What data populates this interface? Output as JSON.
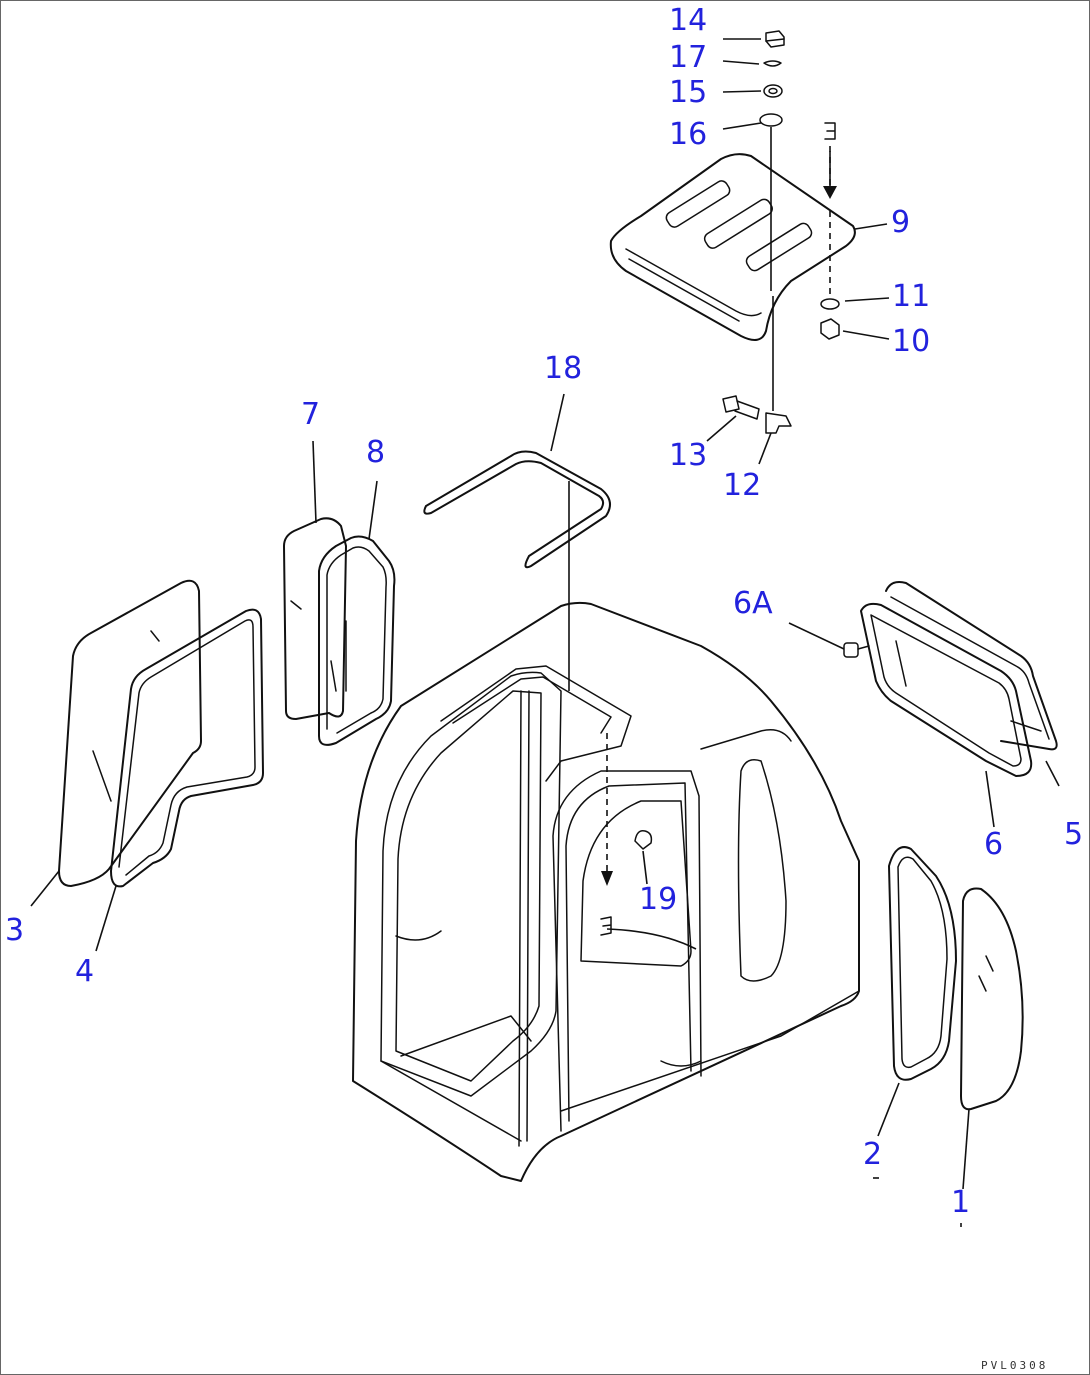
{
  "diagram": {
    "callouts": {
      "c1": "1",
      "c2": "2",
      "c3": "3",
      "c4": "4",
      "c5": "5",
      "c6": "6",
      "c6a": "6A",
      "c7": "7",
      "c8": "8",
      "c9": "9",
      "c10": "10",
      "c11": "11",
      "c12": "12",
      "c13": "13",
      "c14": "14",
      "c15": "15",
      "c16": "16",
      "c17": "17",
      "c18": "18",
      "c19": "19"
    },
    "drawing_code": "PVL0308",
    "colors": {
      "callout": "#2222dd",
      "line": "#111111"
    }
  }
}
